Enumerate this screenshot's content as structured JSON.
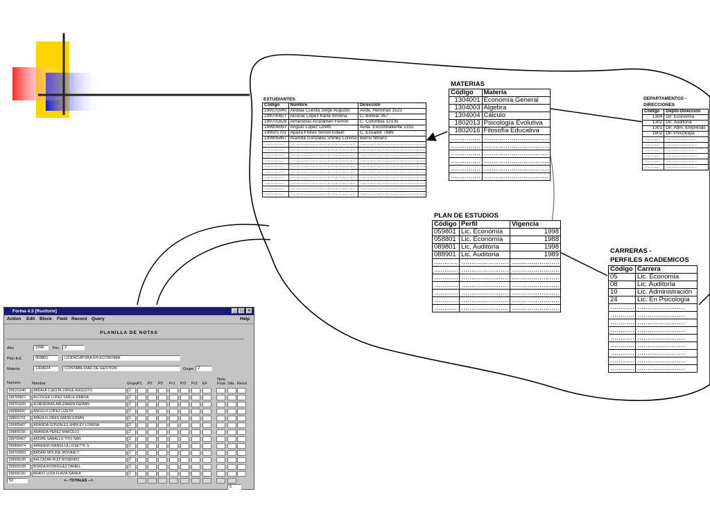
{
  "estudiantes": {
    "title": "ESTUDIANTES",
    "headers": [
      "Código",
      "Nombre",
      "Dirección"
    ],
    "rows": [
      [
        "199101040",
        "Abdala Cuesta Jorge Augusto",
        "Avda. Heroínas 1523"
      ],
      [
        "199700827",
        "Alcocer López Karla Ximena",
        "C. Bolivar 367"
      ],
      [
        "199701626",
        "Almendras Aruzamen Fermin",
        "C. Colombia 12135"
      ],
      [
        "199906097",
        "Angulo López Lizeth",
        "Avda. Excombatiente 1315"
      ],
      [
        "199501701",
        "Apaza Flores Simón Edwin",
        "C. Ecuador 7889"
      ],
      [
        "199905467",
        "Arandia Gonzales Shirley Lorena",
        "Barrio Minero"
      ]
    ],
    "dot_short": "……………",
    "dot_long": "……………………………………………"
  },
  "materias": {
    "title": "MATERIAS",
    "headers": [
      "Código",
      "Materia"
    ],
    "rows": [
      [
        "1304001",
        "Economía General"
      ],
      [
        "1304003",
        "Algebra"
      ],
      [
        "1304004",
        "Cálculo"
      ],
      [
        "1802013",
        "Psicología Evolutiva"
      ],
      [
        "1802016",
        "Filosofía Educativa"
      ]
    ],
    "dot_short": "……………",
    "dot_long": "……………………………"
  },
  "departamentos": {
    "title_line1": "DEPARTAMENTOS -",
    "title_line2": "DIRECCIONES",
    "headers": [
      "Código",
      "Depto-Dirección"
    ],
    "rows": [
      [
        "1304",
        "Dir. Economía"
      ],
      [
        "1302",
        "Dir. Auditoría"
      ],
      [
        "1301",
        "Dir. Adm. Empresas"
      ],
      [
        "1802",
        "Dir. Psicología"
      ]
    ],
    "dot_short": "…………",
    "dot_long": "……………………"
  },
  "plan": {
    "title": "PLAN DE ESTUDIOS",
    "headers": [
      "Código",
      "Perfil",
      "Vigencia"
    ],
    "rows": [
      [
        "059801",
        "Lic. Economía",
        "1998"
      ],
      [
        "058801",
        "Lic. Economía",
        "1988"
      ],
      [
        "089801",
        "Lic. Auditoría",
        "1998"
      ],
      [
        "088901",
        "Lic. Auditoría",
        "1989"
      ]
    ],
    "dot_short": "…………",
    "dot_long": "……………………"
  },
  "carreras": {
    "title_line1": "CARRERAS -",
    "title_line2": "PERFILES ACADEMICOS",
    "headers": [
      "Código",
      "Carrera"
    ],
    "rows": [
      [
        "05",
        "Lic. Economía"
      ],
      [
        "08",
        "Lic. Auditoría"
      ],
      [
        "10",
        "Lic. Administración"
      ],
      [
        "24",
        "Lic. En Psicología"
      ]
    ],
    "dot_short": "…………",
    "dot_long": "……………………"
  },
  "form": {
    "window_title": "Forma 4.5 [Runform]",
    "menu": [
      "Action",
      "Edit",
      "Block",
      "Field",
      "Record",
      "Query"
    ],
    "help": "Help",
    "heading": "PLANILLA DE NOTAS",
    "anio_label": "Año",
    "anio_value": "1998",
    "per_label": "Per.",
    "per_value": "2",
    "plan_label": "Plan Est.",
    "plan_code": "059801",
    "plan_name": "LICENCIATURA EN ECONOMIA",
    "materia_label": "Materia",
    "materia_code": "1304024",
    "materia_name": "CONTABILIDAD DE GESTION",
    "grupo_label": "Grupo",
    "grupo_value": "2",
    "col_numero": "Numero",
    "col_nombre": "Nombre",
    "col_grupo": "Grupo",
    "col_grades": [
      "P1",
      "P2",
      "P3",
      "Pr1",
      "Pr2",
      "Pr3",
      "EF"
    ],
    "col_nota_final": "Nota Final",
    "col_2da": "2da.",
    "col_result": "Resul",
    "rows": [
      [
        "199101040",
        "ABDALA CUESTA JORGE AUGUSTO",
        "2"
      ],
      [
        "199700827",
        "ALCOCER LOPEZ KARLA XIMENA",
        "2"
      ],
      [
        "199701626",
        "ALMENDRAS ARUZAMEN FERMIN",
        "2"
      ],
      [
        "199906097",
        "ANGULO LOPEZ LIZETH",
        "2"
      ],
      [
        "198501701",
        "APAZA FLORES SIMON EDWIN",
        "2"
      ],
      [
        "199905467",
        "ARANDIA GONZALES SHIRLEY LORENA",
        "2"
      ],
      [
        "199809165",
        "ARANDIA PEREZ MARCELO",
        "2"
      ],
      [
        "199700467",
        "ARISPE SAMALLO TITO IVAN",
        "2"
      ],
      [
        "199805474",
        "ARREANO MANSILLA LISSETTE S.",
        "2"
      ],
      [
        "199703063",
        "BADANI MOLINA JHOVANI C",
        "2"
      ],
      [
        "199608106",
        "BALCAZAR RUIZ ROSENDO",
        "2"
      ],
      [
        "199509108",
        "BORDA RODRIGUEZ DANIEL",
        "2"
      ],
      [
        "199606160",
        "BRAVO LOZA FLAVIA IVANKA",
        "2"
      ]
    ],
    "total_count": "53",
    "totals_label": "<-- TOTALES -->",
    "page_value": "6"
  }
}
